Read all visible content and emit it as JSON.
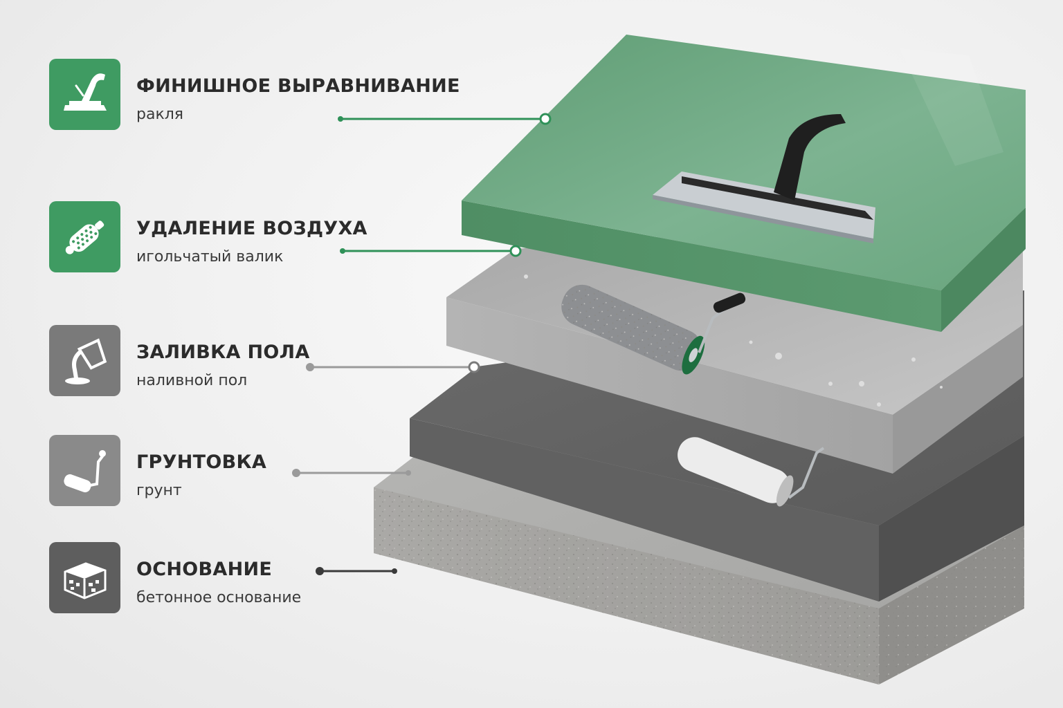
{
  "layers": [
    {
      "id": "finish",
      "title": "ФИНИШНОЕ ВЫРАВНИВАНИЕ",
      "subtitle": "ракля",
      "tile_color": "#3f9b62",
      "icon": "squeegee-icon"
    },
    {
      "id": "air",
      "title": "УДАЛЕНИЕ ВОЗДУХА",
      "subtitle": "игольчатый валик",
      "tile_color": "#3f9b62",
      "icon": "spiked-roller-icon"
    },
    {
      "id": "pour",
      "title": "ЗАЛИВКА ПОЛА",
      "subtitle": "наливной пол",
      "tile_color": "#7a7a7a",
      "icon": "pouring-bucket-icon"
    },
    {
      "id": "primer",
      "title": "ГРУНТОВКА",
      "subtitle": "грунт",
      "tile_color": "#8a8a8a",
      "icon": "paint-roller-icon"
    },
    {
      "id": "base",
      "title": "ОСНОВАНИЕ",
      "subtitle": "бетонное основание",
      "tile_color": "#5e5e5e",
      "icon": "concrete-block-icon"
    }
  ],
  "colors": {
    "green_layer": "#6fa882",
    "leader_green": "#2f9158",
    "leader_gray": "#9a9a9a",
    "leader_dark": "#3a3a3a"
  }
}
